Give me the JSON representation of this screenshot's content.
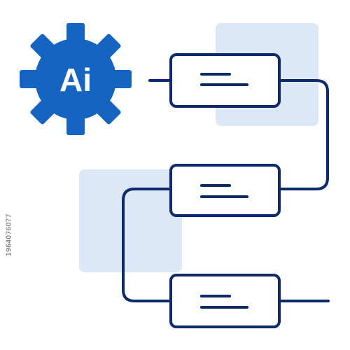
{
  "gear_badge": {
    "text": "Ai",
    "color": "#1565c0"
  },
  "colors": {
    "stroke": "#0d2a6b",
    "accent_square": "#dce8f5",
    "box_fill": "#ffffff"
  },
  "flow_boxes": [
    {
      "id": "step-1"
    },
    {
      "id": "step-2"
    },
    {
      "id": "step-3"
    }
  ],
  "watermark": {
    "stock_id": "1964076077",
    "brand_icon": "adobe-stock-watermark"
  }
}
